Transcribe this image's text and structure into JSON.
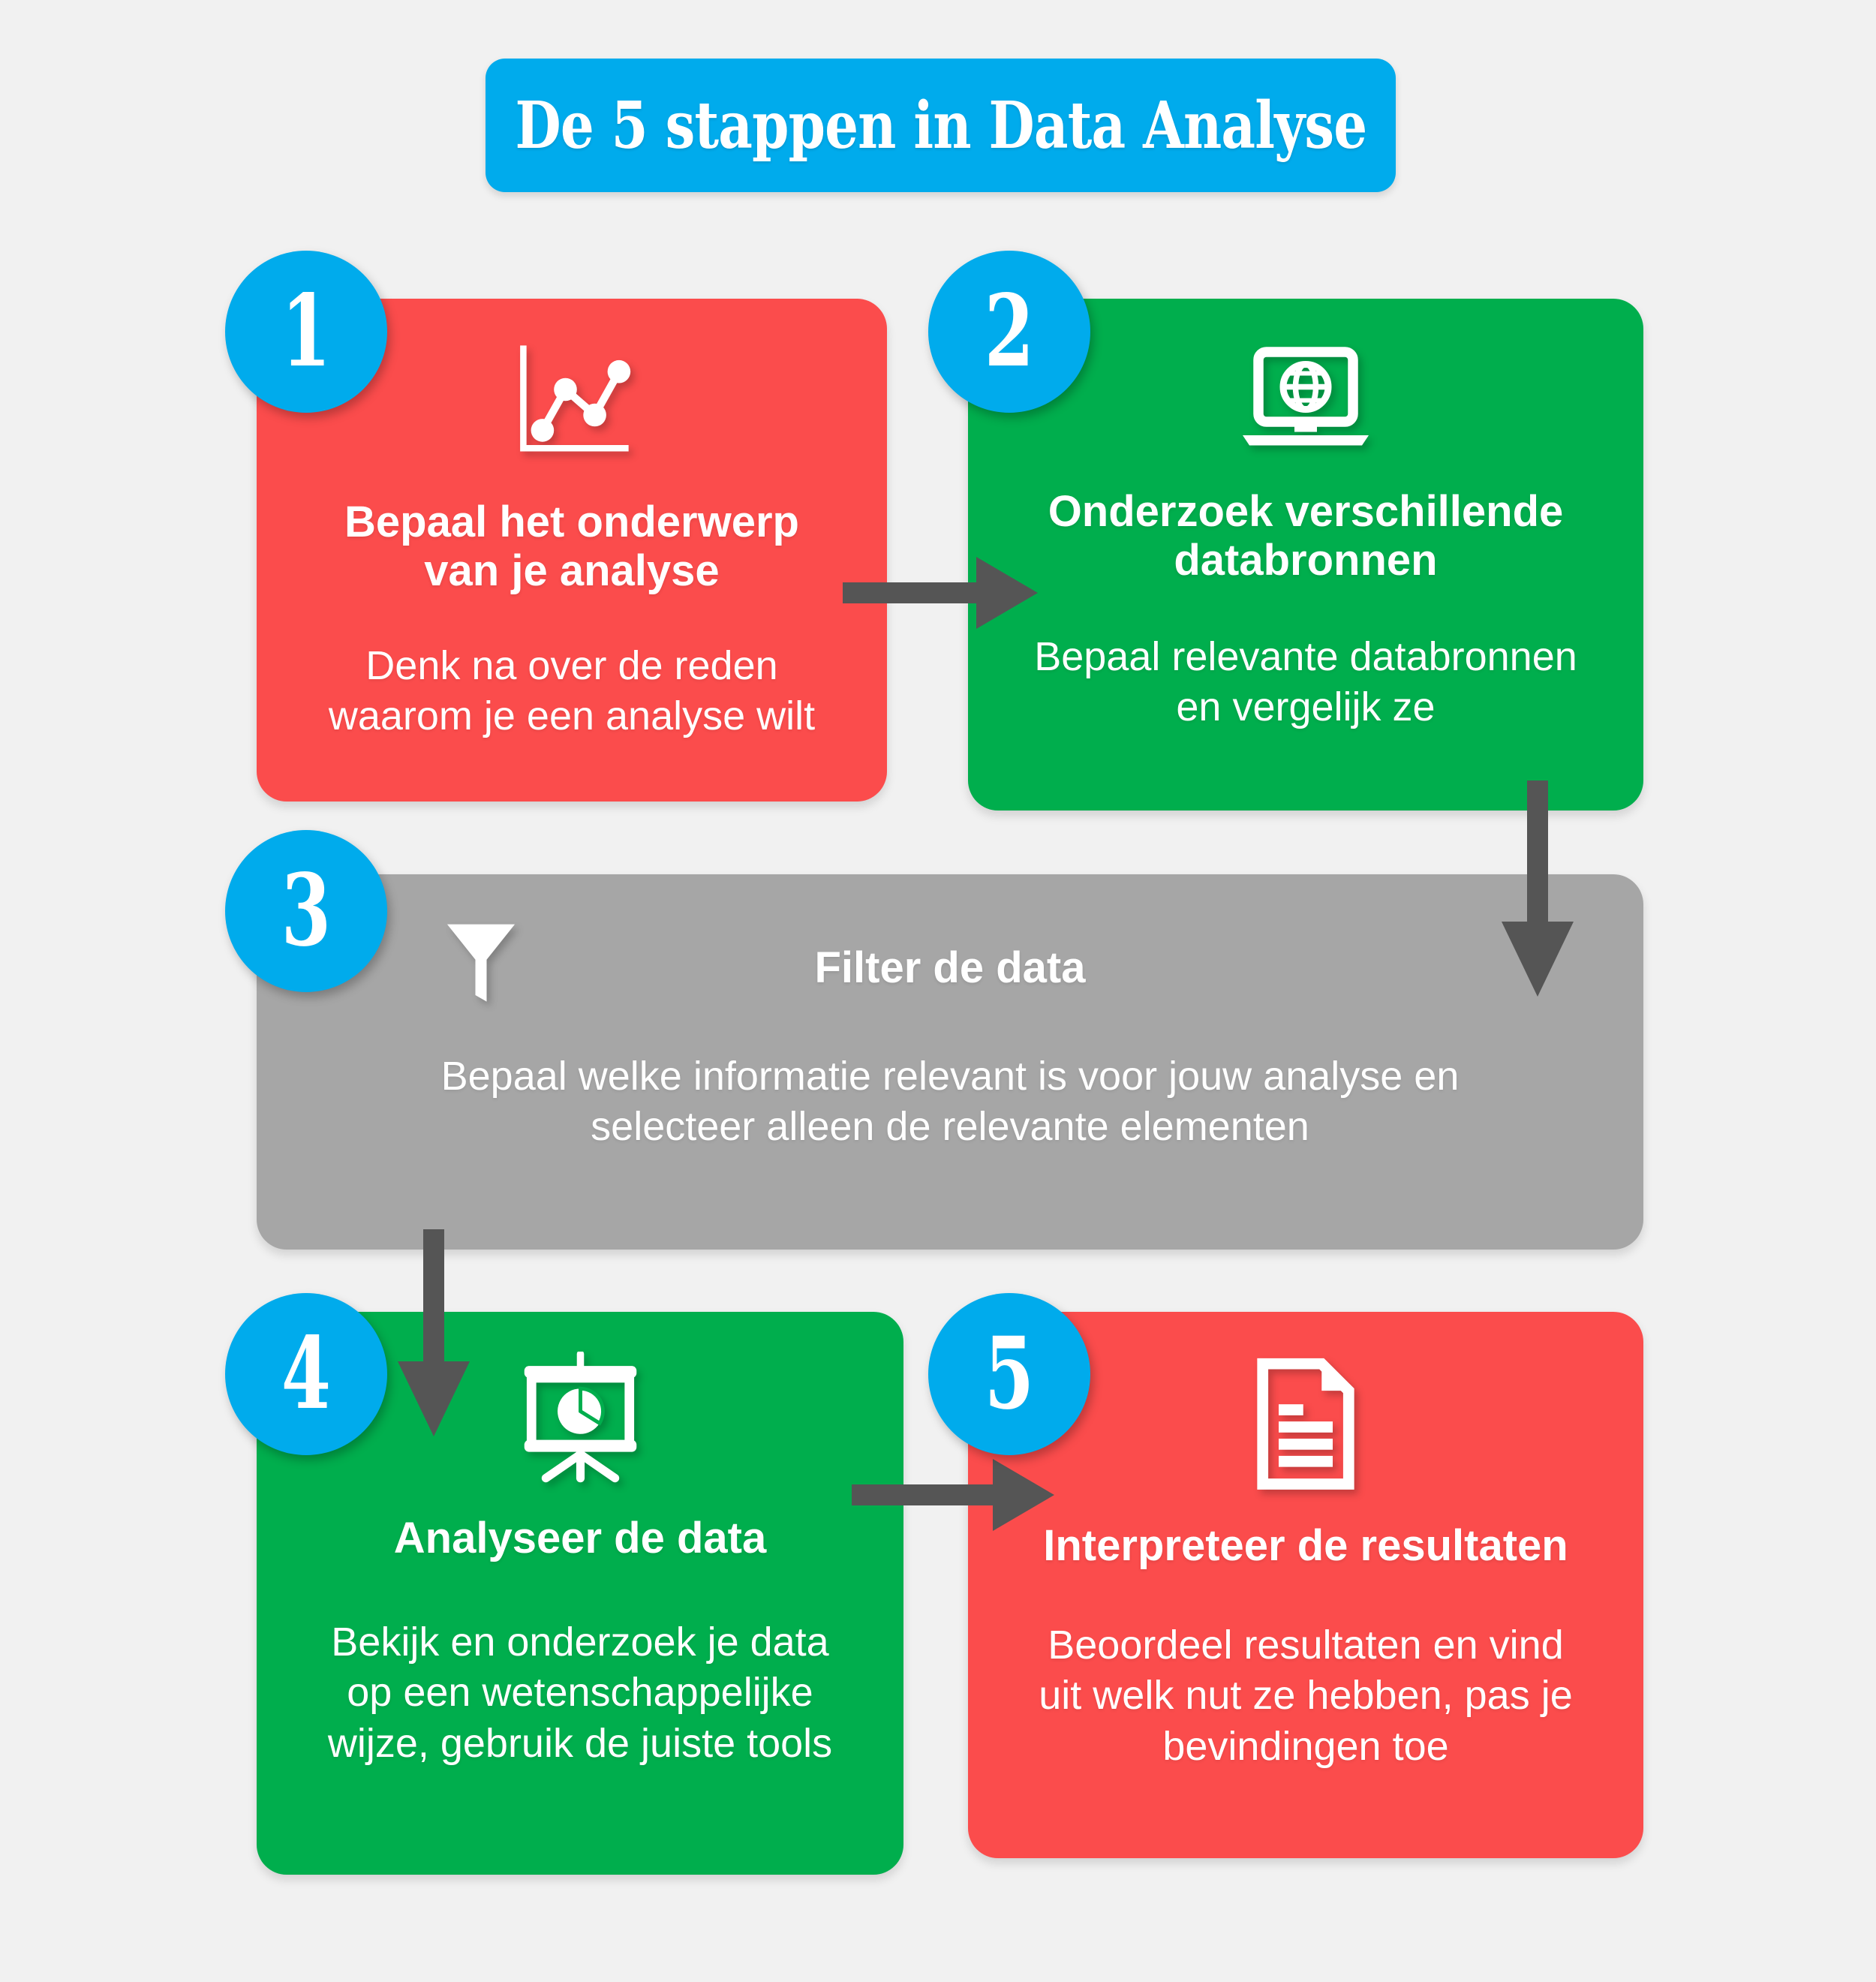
{
  "title": {
    "text": "De 5 stappen in Data Analyse"
  },
  "colors": {
    "background": "#f1f1f1",
    "accent_blue": "#00ABEC",
    "red": "#FB4C4C",
    "green": "#00AE4D",
    "gray": "#A6A6A6",
    "arrow_gray": "#555555",
    "text_on_card": "#ffffff"
  },
  "steps": [
    {
      "number": "1",
      "icon": "line-chart-icon",
      "title": "Bepaal het onderwerp\nvan je analyse",
      "title_line1": "Bepaal het onderwerp",
      "title_line2": "van je analyse",
      "description_line1": "Denk na over de reden",
      "description_line2": "waarom je een analyse wilt",
      "color": "#FB4C4C"
    },
    {
      "number": "2",
      "icon": "laptop-globe-icon",
      "title_line1": "Onderzoek verschillende",
      "title_line2": "databronnen",
      "description_line1": "Bepaal relevante databronnen",
      "description_line2": "en vergelijk ze",
      "color": "#00AE4D"
    },
    {
      "number": "3",
      "icon": "funnel-icon",
      "title_line1": "Filter de data",
      "title_line2": "",
      "description_line1": "Bepaal welke informatie relevant is voor jouw analyse en",
      "description_line2": "selecteer alleen de relevante elementen",
      "color": "#A6A6A6"
    },
    {
      "number": "4",
      "icon": "presentation-pie-chart-icon",
      "title_line1": "Analyseer de data",
      "title_line2": "",
      "description_line1": "Bekijk en onderzoek je data",
      "description_line2": "op een wetenschappelijke",
      "description_line3": "wijze, gebruik de juiste tools",
      "color": "#00AE4D"
    },
    {
      "number": "5",
      "icon": "document-icon",
      "title_line1": "Interpreteer de resultaten",
      "title_line2": "",
      "description_line1": "Beoordeel resultaten en vind",
      "description_line2": "uit welk nut ze hebben, pas je",
      "description_line3": "bevindingen toe",
      "color": "#FB4C4C"
    }
  ],
  "arrows": [
    {
      "name": "arrow-step1-to-step2",
      "direction": "right"
    },
    {
      "name": "arrow-step2-to-step3",
      "direction": "down"
    },
    {
      "name": "arrow-step3-to-step4",
      "direction": "down"
    },
    {
      "name": "arrow-step4-to-step5",
      "direction": "right"
    }
  ]
}
